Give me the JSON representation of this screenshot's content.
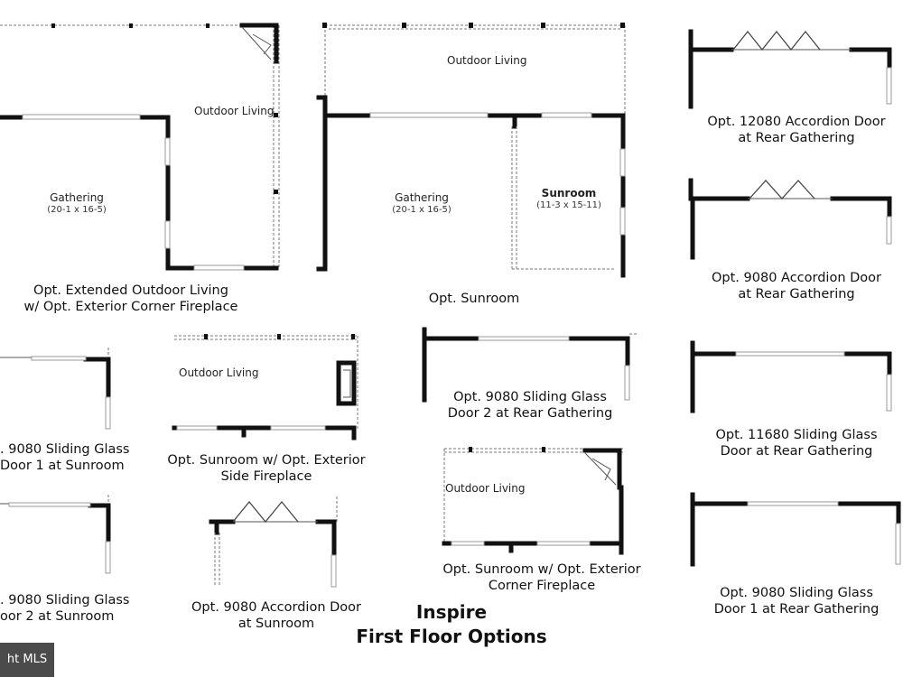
{
  "rooms": {
    "outdoor_living": "Outdoor Living",
    "gathering": "Gathering",
    "gathering_dim": "(20-1 x 16-5)",
    "sunroom": "Sunroom",
    "sunroom_dim": "(11-3 x 15-11)"
  },
  "captions": {
    "ext_outdoor": "Opt. Extended Outdoor Living\nw/ Opt. Exterior Corner Fireplace",
    "sunroom": "Opt. Sunroom",
    "acc_12080": "Opt. 12080 Accordion Door\nat Rear Gathering",
    "acc_9080_rear": "Opt. 9080 Accordion Door\nat Rear Gathering",
    "slide_9080_d1_sunroom": ". 9080 Sliding Glass\nDoor 1 at Sunroom",
    "sunroom_side_fp": "Opt. Sunroom w/ Opt. Exterior\nSide Fireplace",
    "slide_9080_d2_rear": "Opt. 9080 Sliding Glass\nDoor 2 at Rear Gathering",
    "slide_11680_rear": "Opt. 11680 Sliding Glass\nDoor at Rear Gathering",
    "slide_9080_d2_sunroom": ". 9080 Sliding Glass\noor 2 at Sunroom",
    "acc_9080_sunroom": "Opt. 9080 Accordion Door\nat Sunroom",
    "sunroom_corner_fp": "Opt. Sunroom w/ Opt. Exterior\nCorner Fireplace",
    "slide_9080_d1_rear": "Opt. 9080 Sliding Glass\nDoor 1 at Rear Gathering"
  },
  "title": {
    "line1": "Inspire",
    "line2": "First Floor Options"
  },
  "watermark": "ht MLS"
}
